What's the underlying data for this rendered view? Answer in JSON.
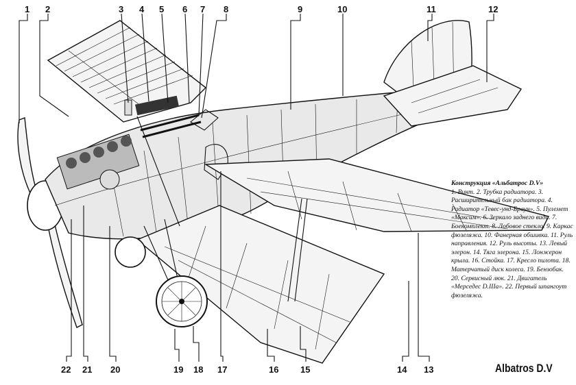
{
  "caption": {
    "title": "Конструкция «Альбатрос D.V»",
    "text": "1. Винт. 2. Трубка радиатора. 3. Расширительный бак радиатора. 4. Радиатор «Тевес-унд-Браун». 5. Пулемет «Максим». 6. Зеркало заднего вида. 7. Боекомплект. 8. Лобовое стекло. 9. Каркас фюзеляжа. 10. Фанерная обшивка. 11. Руль направления. 12. Руль высоты. 13. Левый элерон. 14. Тяга элерона. 15. Лонжерон крыла. 16. Стойка. 17. Кресло пилота. 18. Матерчатый диск колеса. 19. Бензобак. 20. Сервисный люк. 21. Двигатель «Мерседес D.IIIa». 22. Первый шпангоут фюзеляжа."
  },
  "plane_name": "Albatros D.V",
  "callouts": [
    {
      "label": "1"
    },
    {
      "label": "2"
    },
    {
      "label": "3"
    },
    {
      "label": "4"
    },
    {
      "label": "5"
    },
    {
      "label": "6"
    },
    {
      "label": "7"
    },
    {
      "label": "8"
    },
    {
      "label": "9"
    },
    {
      "label": "10"
    },
    {
      "label": "11"
    },
    {
      "label": "12"
    },
    {
      "label": "13"
    },
    {
      "label": "14"
    },
    {
      "label": "15"
    },
    {
      "label": "16"
    },
    {
      "label": "17"
    },
    {
      "label": "18"
    },
    {
      "label": "19"
    },
    {
      "label": "20"
    },
    {
      "label": "21"
    },
    {
      "label": "22"
    }
  ]
}
